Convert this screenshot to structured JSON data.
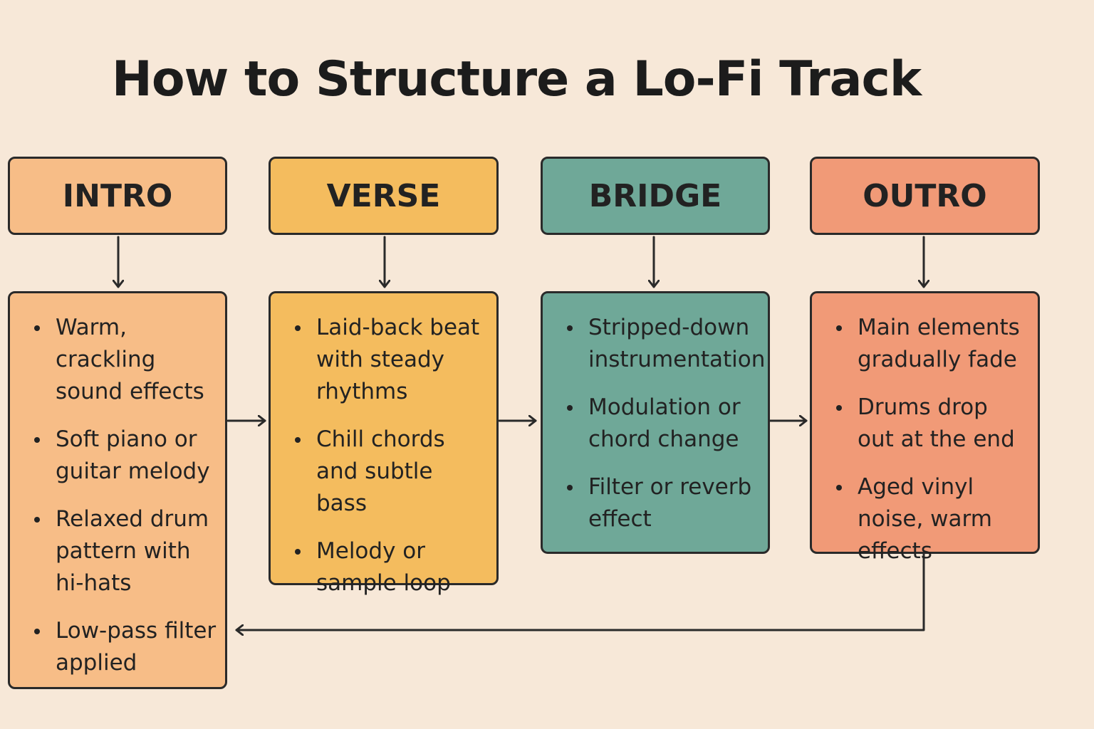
{
  "title": "How to Structure a Lo-Fi Track",
  "sections": [
    {
      "label": "INTRO",
      "color": "#f7bd87",
      "items": [
        "Warm, crackling sound effects",
        "Soft piano or guitar melody",
        "Relaxed drum pattern with hi-hats",
        "Low-pass filter applied"
      ]
    },
    {
      "label": "VERSE",
      "color": "#f4bc5e",
      "items": [
        "Laid-back beat with steady rhythms",
        "Chill chords and subtle bass",
        "Melody or sample loop"
      ]
    },
    {
      "label": "BRIDGE",
      "color": "#6fa898",
      "items": [
        "Stripped-down instrumentation",
        "Modulation or chord change",
        "Filter or reverb effect"
      ]
    },
    {
      "label": "OUTRO",
      "color": "#f19a77",
      "items": [
        "Main elements gradually fade",
        "Drums drop out at the end",
        "Aged vinyl noise, warm effects"
      ]
    }
  ],
  "line_color": "#2a2a2a"
}
